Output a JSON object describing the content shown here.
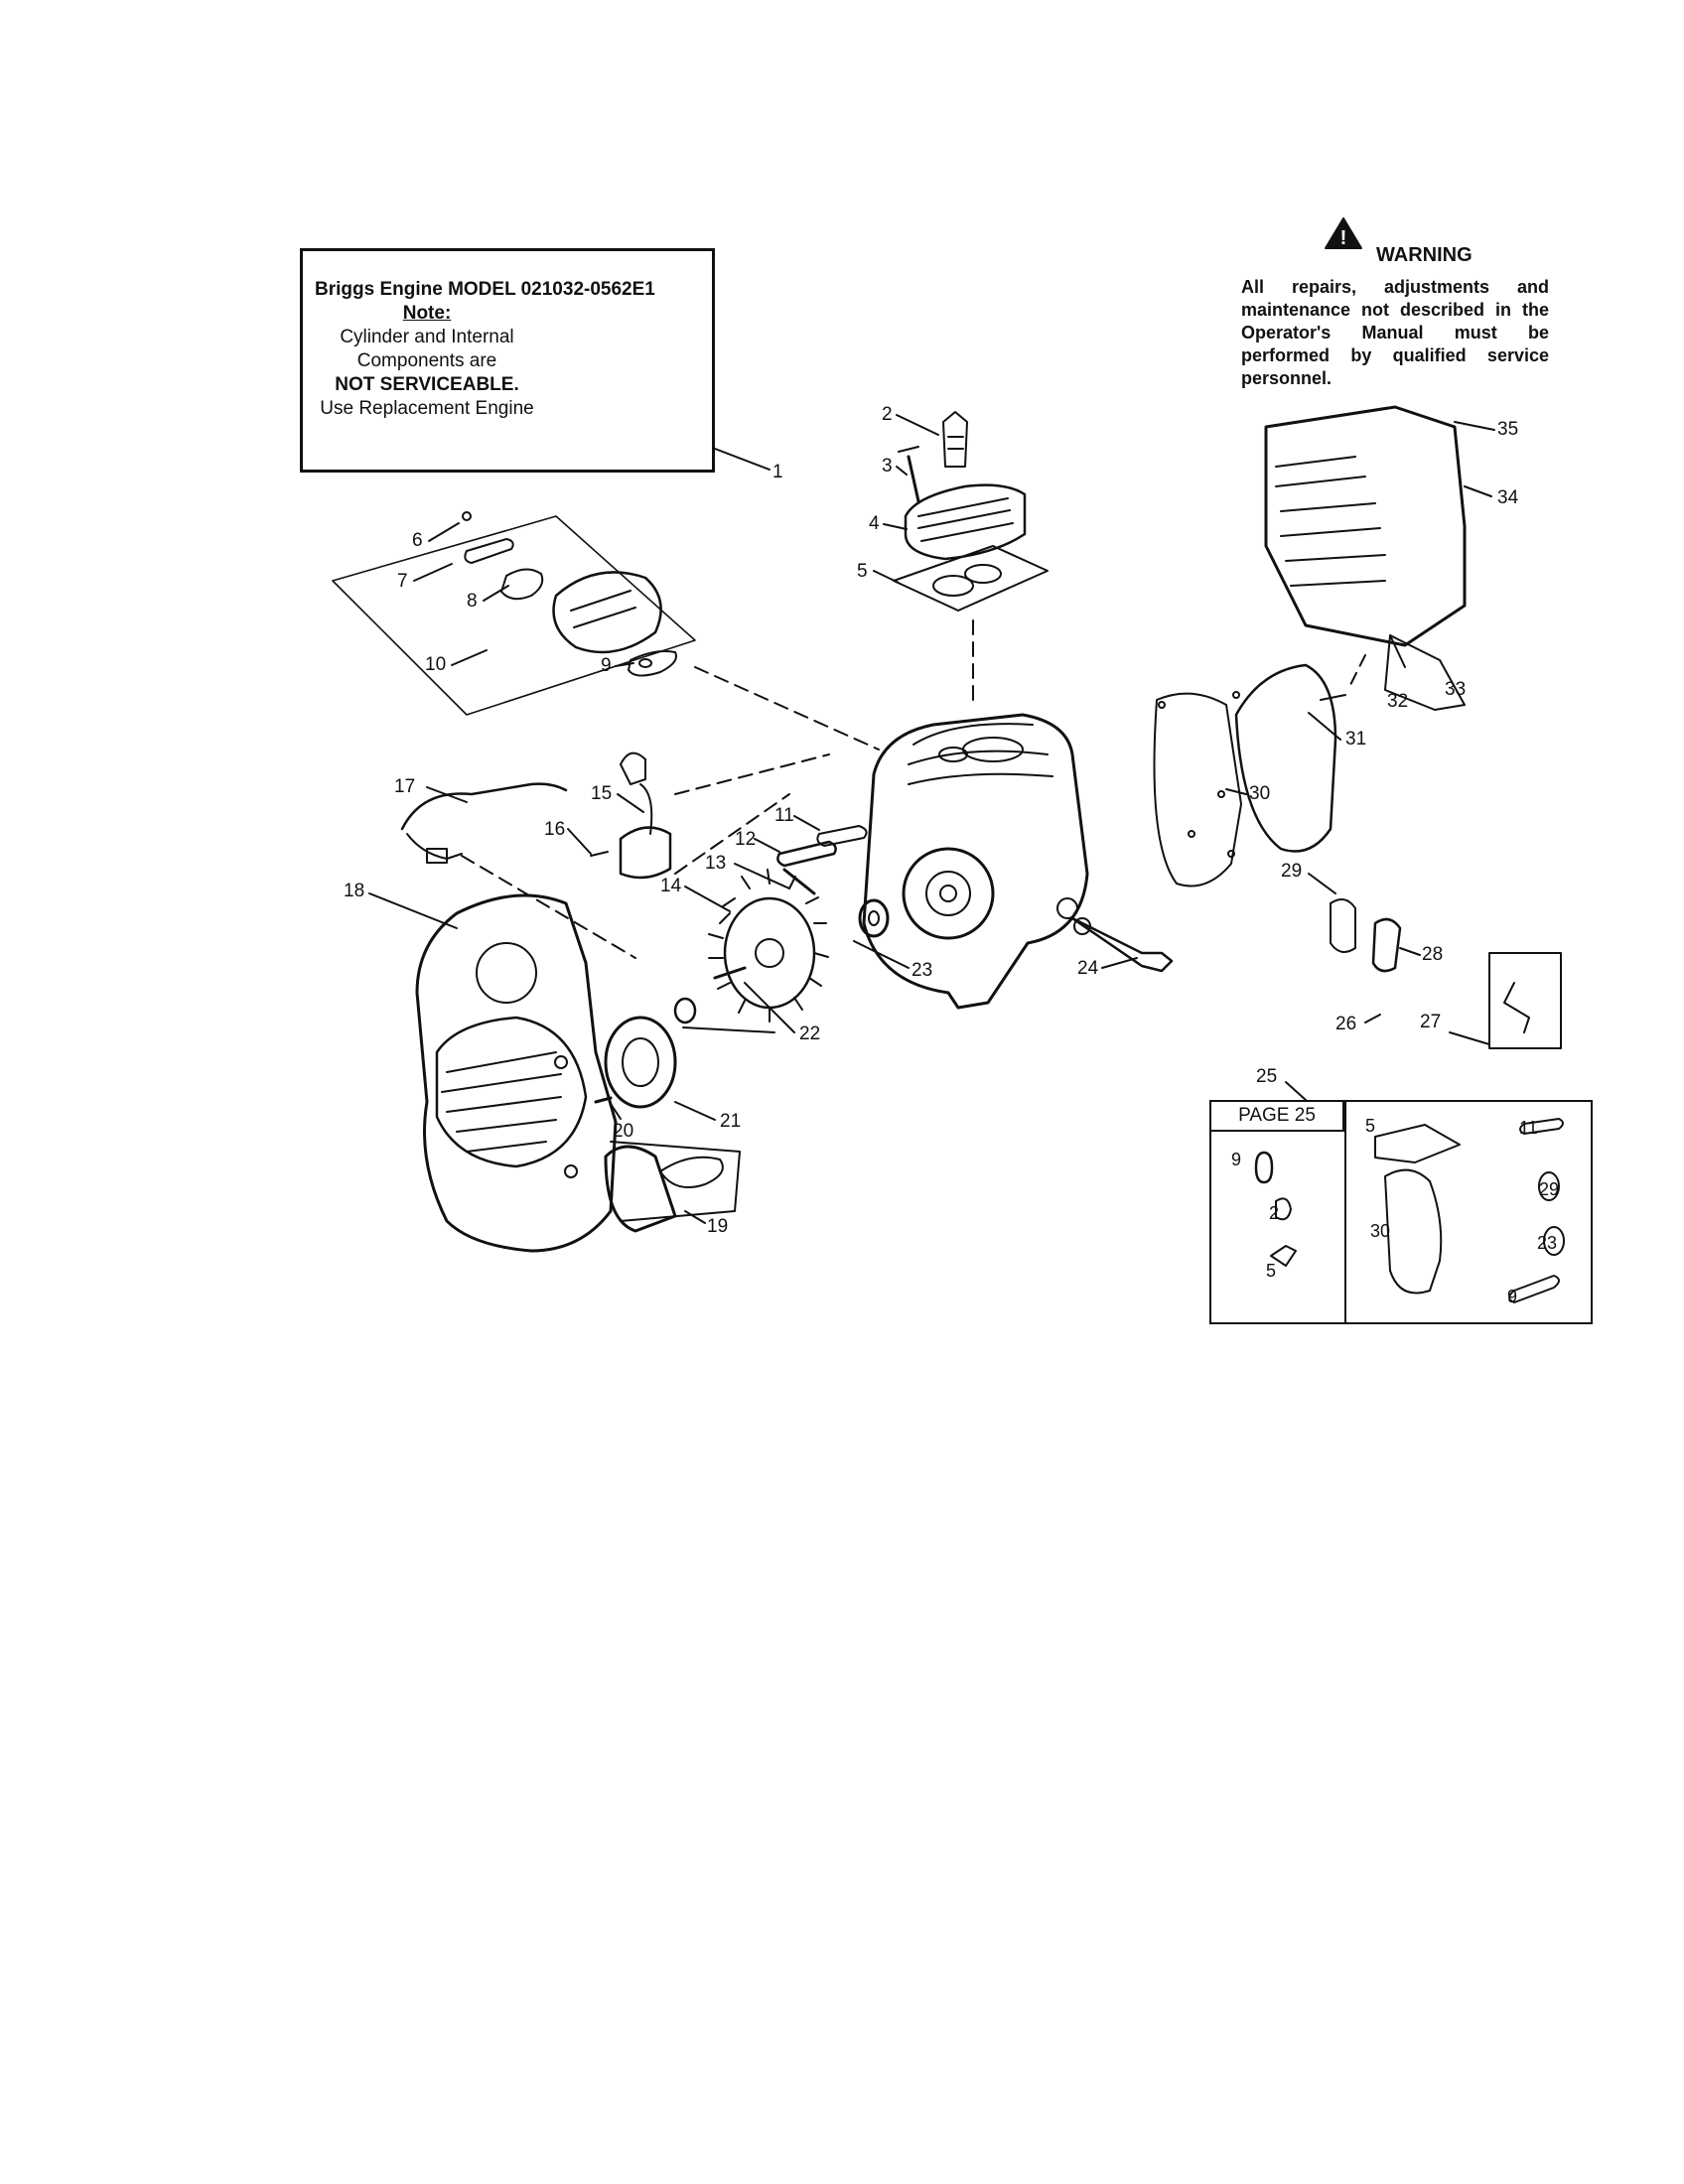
{
  "note_box": {
    "title": "Briggs Engine MODEL  021032-0562E1",
    "note_heading": "Note:",
    "line1": "Cylinder and Internal",
    "line2": "Components are",
    "line3": "NOT SERVICEABLE.",
    "line4": "Use Replacement Engine"
  },
  "warning": {
    "heading": "WARNING",
    "text": "All repairs, adjustments and maintenance not described in the Operator's Manual must be performed by qualified service personnel."
  },
  "callouts": {
    "c1": "1",
    "c2": "2",
    "c3": "3",
    "c4": "4",
    "c5": "5",
    "c6": "6",
    "c7": "7",
    "c8": "8",
    "c9": "9",
    "c10": "10",
    "c11": "11",
    "c12": "12",
    "c13": "13",
    "c14": "14",
    "c15": "15",
    "c16": "16",
    "c17": "17",
    "c18": "18",
    "c19": "19",
    "c20": "20",
    "c21": "21",
    "c22": "22",
    "c23": "23",
    "c24": "24",
    "c25": "25",
    "c26": "26",
    "c27": "27",
    "c28": "28",
    "c29": "29",
    "c30": "30",
    "c31": "31",
    "c32": "32",
    "c33": "33",
    "c34": "34",
    "c35": "35"
  },
  "kit_box": {
    "page_label": "PAGE 25",
    "items": {
      "k9a": "9",
      "k2": "2",
      "k5a": "5",
      "k5b": "5",
      "k11": "11",
      "k29": "29",
      "k30": "30",
      "k23": "23",
      "k9b": "9"
    }
  }
}
